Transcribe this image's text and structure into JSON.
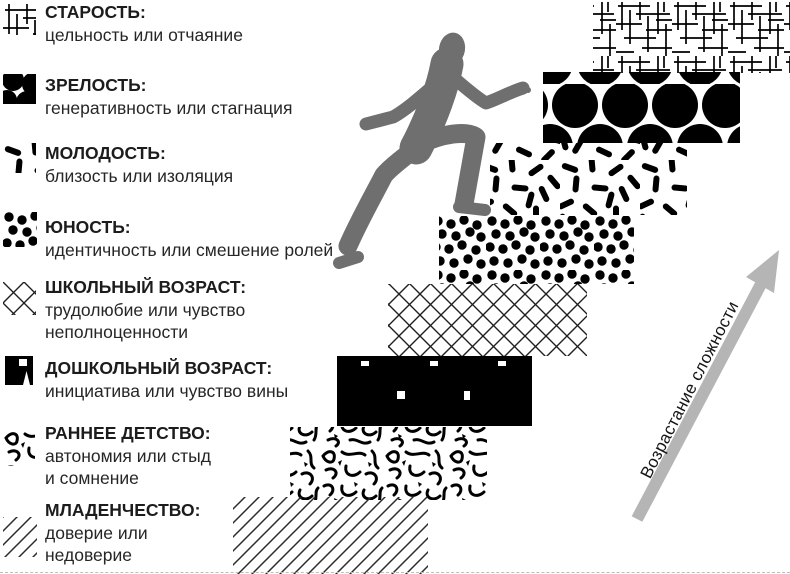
{
  "stages": [
    {
      "title": "СТАРОСТЬ:",
      "description": "цельность или отчаяние",
      "icon": "grid-pattern-icon"
    },
    {
      "title": "ЗРЕЛОСТЬ:",
      "description": "генеративность или стагнация",
      "icon": "big-circles-pattern-icon"
    },
    {
      "title": "МОЛОДОСТЬ:",
      "description": "близость или изоляция",
      "icon": "dashes-pattern-icon"
    },
    {
      "title": "ЮНОСТЬ:",
      "description": "идентичность или смешение ролей",
      "icon": "dots-pattern-icon"
    },
    {
      "title": "ШКОЛЬНЫЙ ВОЗРАСТ:",
      "description": "трудолюбие или чувство\nнеполноценности",
      "icon": "lattice-pattern-icon"
    },
    {
      "title": "ДОШКОЛЬНЫЙ ВОЗРАСТ:",
      "description": "инициатива или чувство вины",
      "icon": "solid-black-pattern-icon"
    },
    {
      "title": "РАННЕЕ ДЕТСТВО:",
      "description": "автономия или стыд\nи сомнение",
      "icon": "squiggle-pattern-icon"
    },
    {
      "title": "МЛАДЕНЧЕСТВО:",
      "description": "доверие или\nнедоверие",
      "icon": "diagonal-lines-pattern-icon"
    }
  ],
  "arrow": {
    "label": "Возрастание сложности",
    "color": "#b5b5b5"
  },
  "figure": {
    "name": "climbing-person",
    "color": "#6f6f6f"
  },
  "colors": {
    "background": "#ffffff",
    "pattern": "#000000",
    "text": "#1c1c1c"
  }
}
